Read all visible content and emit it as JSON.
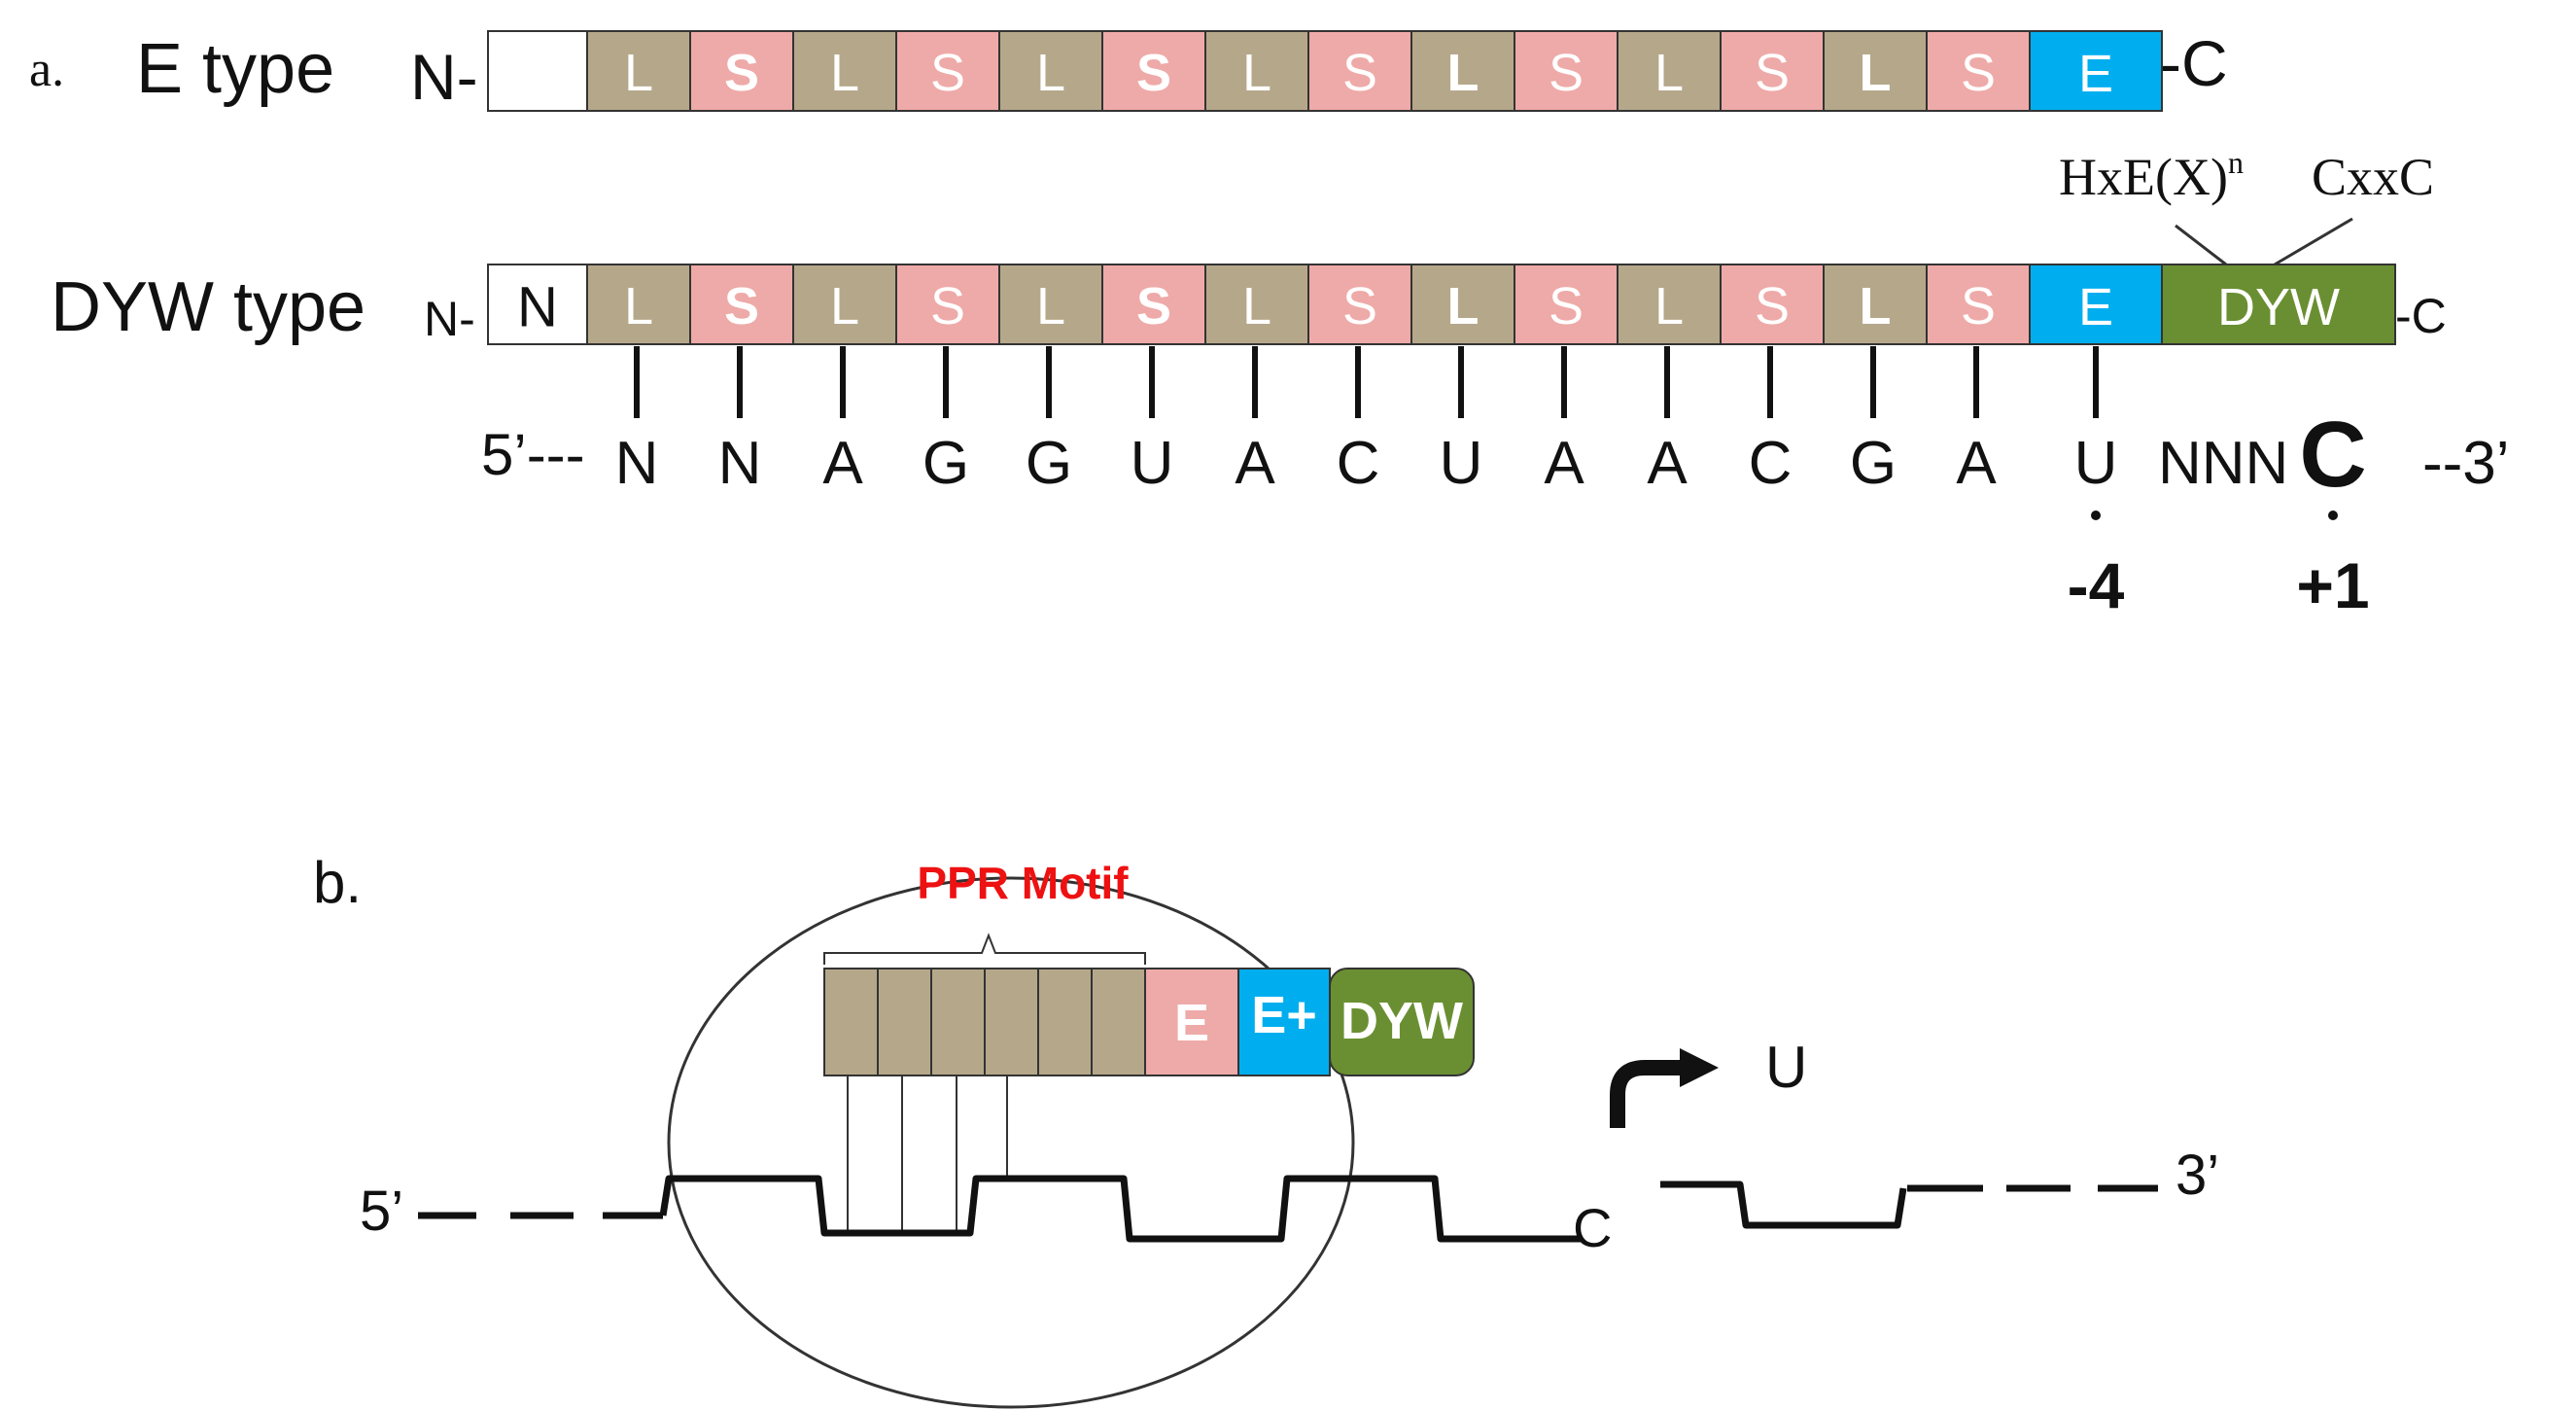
{
  "panel_a": {
    "label": "a.",
    "e_type": {
      "name": "E type",
      "n_term": "N-",
      "c_term": "-C",
      "blank_box": "",
      "motifs": [
        "L",
        "S",
        "L",
        "S",
        "L",
        "S",
        "L",
        "S",
        "L",
        "S",
        "L",
        "S",
        "L",
        "S"
      ],
      "bold_motifs": [
        1,
        5,
        8,
        12
      ],
      "e_label": "E"
    },
    "dyw_type": {
      "name": "DYW type",
      "n_term": "N-",
      "c_term": "-C",
      "n_box": "N",
      "motifs": [
        "L",
        "S",
        "L",
        "S",
        "L",
        "S",
        "L",
        "S",
        "L",
        "S",
        "L",
        "S",
        "L",
        "S"
      ],
      "bold_motifs": [
        1,
        5,
        8,
        12
      ],
      "e_label": "E",
      "dyw_label": "DYW",
      "annotation_left": "HxE(X)",
      "annotation_sup": "n",
      "annotation_right": "CxxC"
    },
    "rna": {
      "five_prime": "5’---",
      "bases": [
        "N",
        "N",
        "A",
        "G",
        "G",
        "U",
        "A",
        "C",
        "U",
        "A",
        "A",
        "C",
        "G",
        "A",
        "U"
      ],
      "tail": "NNN",
      "edited": "C",
      "three_prime": "--3’",
      "pos_minus4": "-4",
      "pos_plus1": "+1"
    }
  },
  "panel_b": {
    "label": "b.",
    "motif_title": "PPR Motif",
    "e_label": "E",
    "eplus_label": "E+",
    "dyw_label": "DYW",
    "five_prime": "5’",
    "three_prime": "3’",
    "c_label": "C",
    "u_label": "U"
  },
  "colors": {
    "L": "#b5a88a",
    "S": "#eeaaa8",
    "E": "#00aeef",
    "DYW": "#6a8f32",
    "ppr_title": "#ee1111"
  }
}
